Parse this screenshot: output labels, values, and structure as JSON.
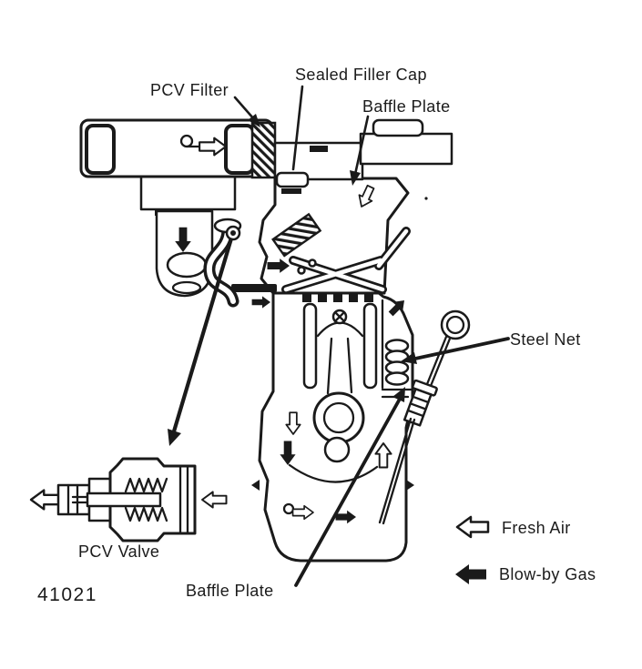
{
  "diagram": {
    "labels": {
      "pcv_filter": "PCV Filter",
      "sealed_filler_cap": "Sealed Filler Cap",
      "baffle_plate_top": "Baffle Plate",
      "steel_net": "Steel Net",
      "pcv_valve": "PCV Valve",
      "baffle_plate_bottom": "Baffle Plate"
    },
    "figure_number": "41021",
    "legend": {
      "fresh_air": "Fresh Air",
      "blow_by_gas": "Blow-by Gas",
      "fresh_air_symbol": "open-outline-left-arrow",
      "blow_by_gas_symbol": "solid-black-left-arrow"
    },
    "colors": {
      "ink": "#1a1a1a",
      "paper": "#ffffff"
    }
  }
}
